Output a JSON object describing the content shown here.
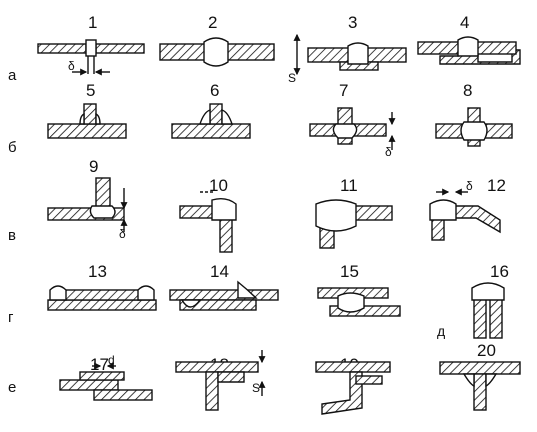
{
  "row_labels": [
    "а",
    "б",
    "в",
    "г",
    "д",
    "е"
  ],
  "figure_numbers": [
    "1",
    "2",
    "3",
    "4",
    "5",
    "6",
    "7",
    "8",
    "9",
    "10",
    "11",
    "12",
    "13",
    "14",
    "15",
    "16",
    "17",
    "18",
    "19",
    "20"
  ],
  "dimension_labels": {
    "fig1": "δ",
    "fig3": "S",
    "fig7": "δ",
    "fig9": "δ",
    "fig12": "δ",
    "fig17": "d",
    "fig18": "S"
  }
}
